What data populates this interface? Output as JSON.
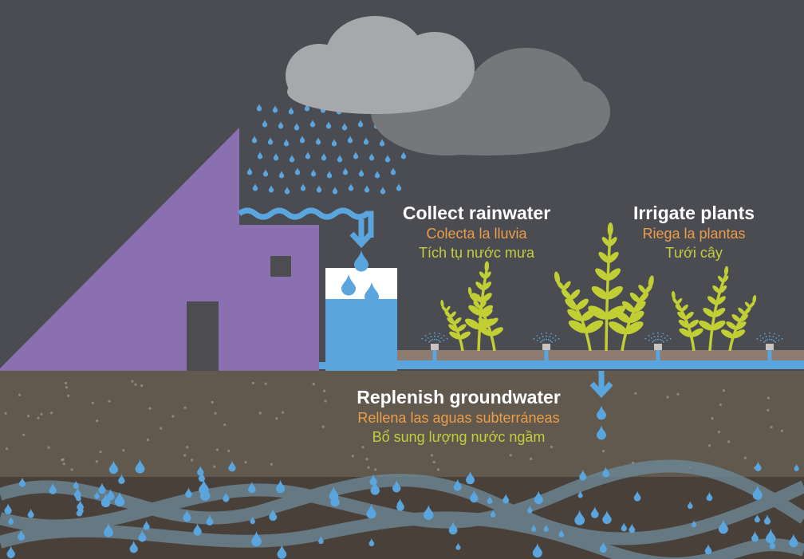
{
  "colors": {
    "sky": "#4b4c51",
    "cloud_front": "#a7a8ab",
    "cloud_back": "#76777b",
    "rain": "#5aa5de",
    "house": "#8a70b0",
    "house_door": "#4d4d51",
    "tank_top": "#ffffff",
    "water": "#5aa5de",
    "soil_top": "#62594e",
    "soil_bottom": "#4a403a",
    "pebble": "#a8998a",
    "plant": "#c1cf35",
    "pipe_bed": "#8f7c70",
    "aquifer": "#6d8896",
    "title": "#ffffff",
    "spanish": "#ec9d4a",
    "vietnamese": "#c5cd3f"
  },
  "labels": {
    "collect": {
      "title": "Collect rainwater",
      "spanish": "Colecta la lluvia",
      "vietnamese": "Tích tụ nước mưa"
    },
    "irrigate": {
      "title": "Irrigate plants",
      "spanish": "Riega la plantas",
      "vietnamese": "Tưới cây"
    },
    "replenish": {
      "title": "Replenish groundwater",
      "spanish": "Rellena las aguas subterráneas",
      "vietnamese": "Bổ sung lượng nước ngầm"
    }
  },
  "icons": {
    "cloud": "cloud-icon",
    "rain": "raindrop-icon",
    "house": "house-icon",
    "tank": "rain-tank-icon",
    "plant": "plant-icon",
    "sprinkler": "sprinkler-icon",
    "arrow": "arrow-down-icon"
  }
}
